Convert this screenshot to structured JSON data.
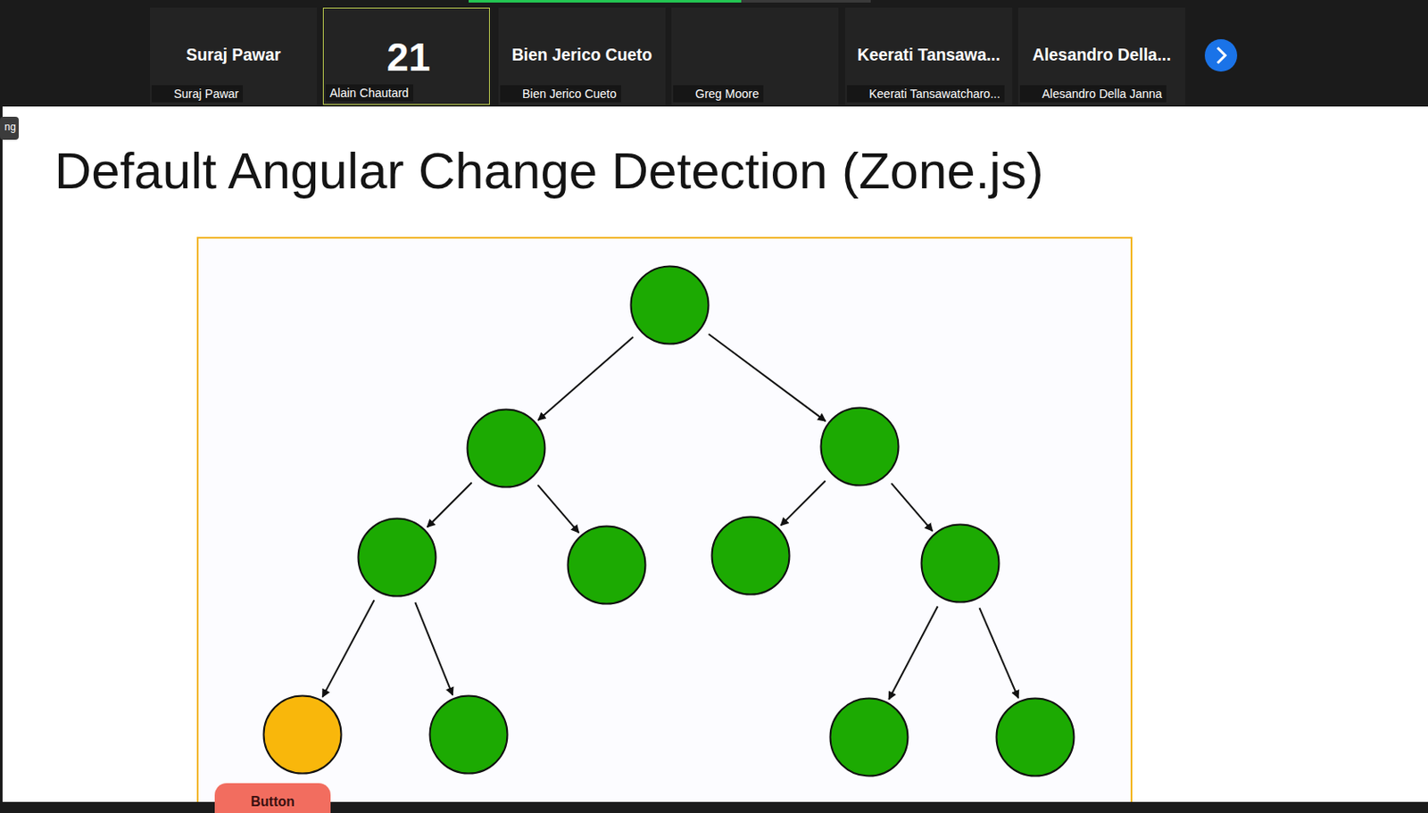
{
  "diagram": {
    "title": "Default Angular Change Detection (Zone.js)",
    "nodes": [
      {
        "text": [
          "Suraj Pawar",
          "Suraj Pawar"
        ]
      },
      {
        "text": [
          "Alain Chautard"
        ]
      },
      {
        "text": [
          "Bien Jerico Cueto",
          "Bien Jerico Cueto"
        ]
      },
      {
        "text": [
          "Greg Moore"
        ]
      },
      {
        "text": [
          "Keerati Tansawa...",
          "Keerati Tansawatcharo..."
        ]
      },
      {
        "text": [
          "Alesandro Della...",
          "Alesandro Della Janna"
        ]
      },
      {
        "text": []
      },
      {
        "text": []
      },
      {
        "text": []
      },
      {
        "text": []
      },
      {
        "text": []
      },
      {
        "text": []
      },
      {
        "text": []
      },
      {
        "text": []
      },
      {
        "text": []
      },
      {
        "text": []
      },
      {
        "text": []
      },
      {
        "text": [
          "Button"
        ]
      }
    ],
    "edges": [
      {
        "from": 6,
        "to": 7,
        "arrow": "to"
      },
      {
        "from": 6,
        "to": 8,
        "arrow": "to"
      },
      {
        "from": 7,
        "to": 9,
        "arrow": "to"
      },
      {
        "from": 7,
        "to": 10,
        "arrow": "to"
      },
      {
        "from": 8,
        "to": 11,
        "arrow": "to"
      },
      {
        "from": 8,
        "to": 12,
        "arrow": "to"
      },
      {
        "from": 9,
        "to": 13,
        "arrow": "to"
      },
      {
        "from": 9,
        "to": 14,
        "arrow": "to"
      },
      {
        "from": 12,
        "to": 15,
        "arrow": "to"
      },
      {
        "from": 12,
        "to": 16,
        "arrow": "to"
      }
    ],
    "labels": [
      "21",
      "ng"
    ]
  }
}
